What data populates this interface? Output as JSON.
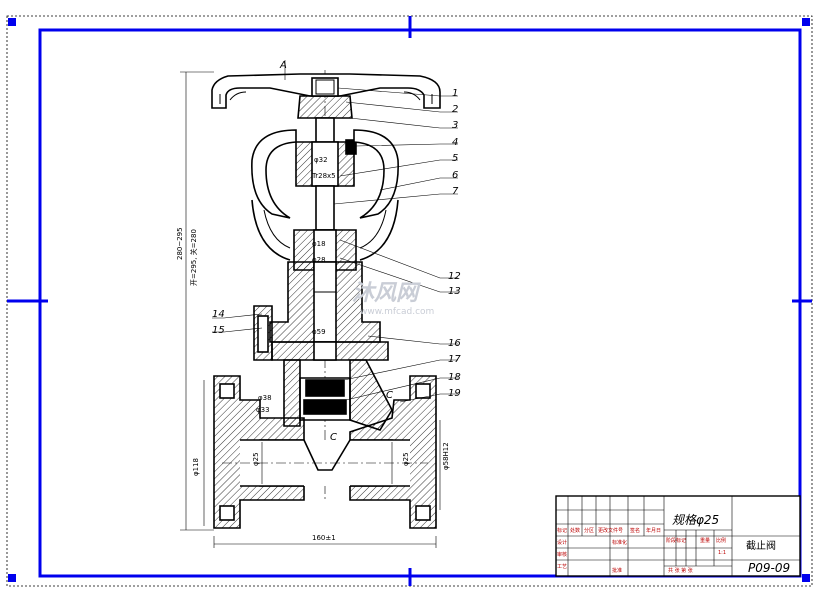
{
  "drawing": {
    "part_numbers": [
      "1",
      "2",
      "3",
      "4",
      "5",
      "6",
      "7",
      "12",
      "13",
      "14",
      "15",
      "16",
      "17",
      "18",
      "19"
    ],
    "view_marks": {
      "a": "A",
      "c_right": "C",
      "c_bottom": "C"
    },
    "dimensions": {
      "height_range": "280~295",
      "height_note": "开=295, 关=280",
      "stem_upper": "φ32",
      "stem_thread": "Tr28x5",
      "stem_mid1": "φ18",
      "stem_mid2": "φ28",
      "bonnet": "φ59",
      "disc1": "φ38",
      "disc2": "φ33",
      "bore_left": "φ25",
      "bore_right": "φ25",
      "flange_od": "φ118",
      "flange_pcd": "φ58H12",
      "length": "160±1"
    }
  },
  "watermark": {
    "brand": "沐风网",
    "url": "www.mfcad.com"
  },
  "title_block": {
    "spec": "规格φ25",
    "name": "截止阀",
    "code": "P09-09",
    "scale": "1:1",
    "header_labels": [
      "标记",
      "处数",
      "分区",
      "更改文件号",
      "签名",
      "年月日"
    ],
    "row_labels": [
      "设计",
      "审核",
      "工艺"
    ],
    "std_label": "标准化",
    "approve_label": "批准",
    "stage_label": "阶段标记",
    "weight_label": "重量",
    "scale_label": "比例",
    "sheet_label": "共   张 第   张"
  },
  "colors": {
    "frame": "#0000ee",
    "line": "#000000",
    "hatch": "#000000"
  }
}
